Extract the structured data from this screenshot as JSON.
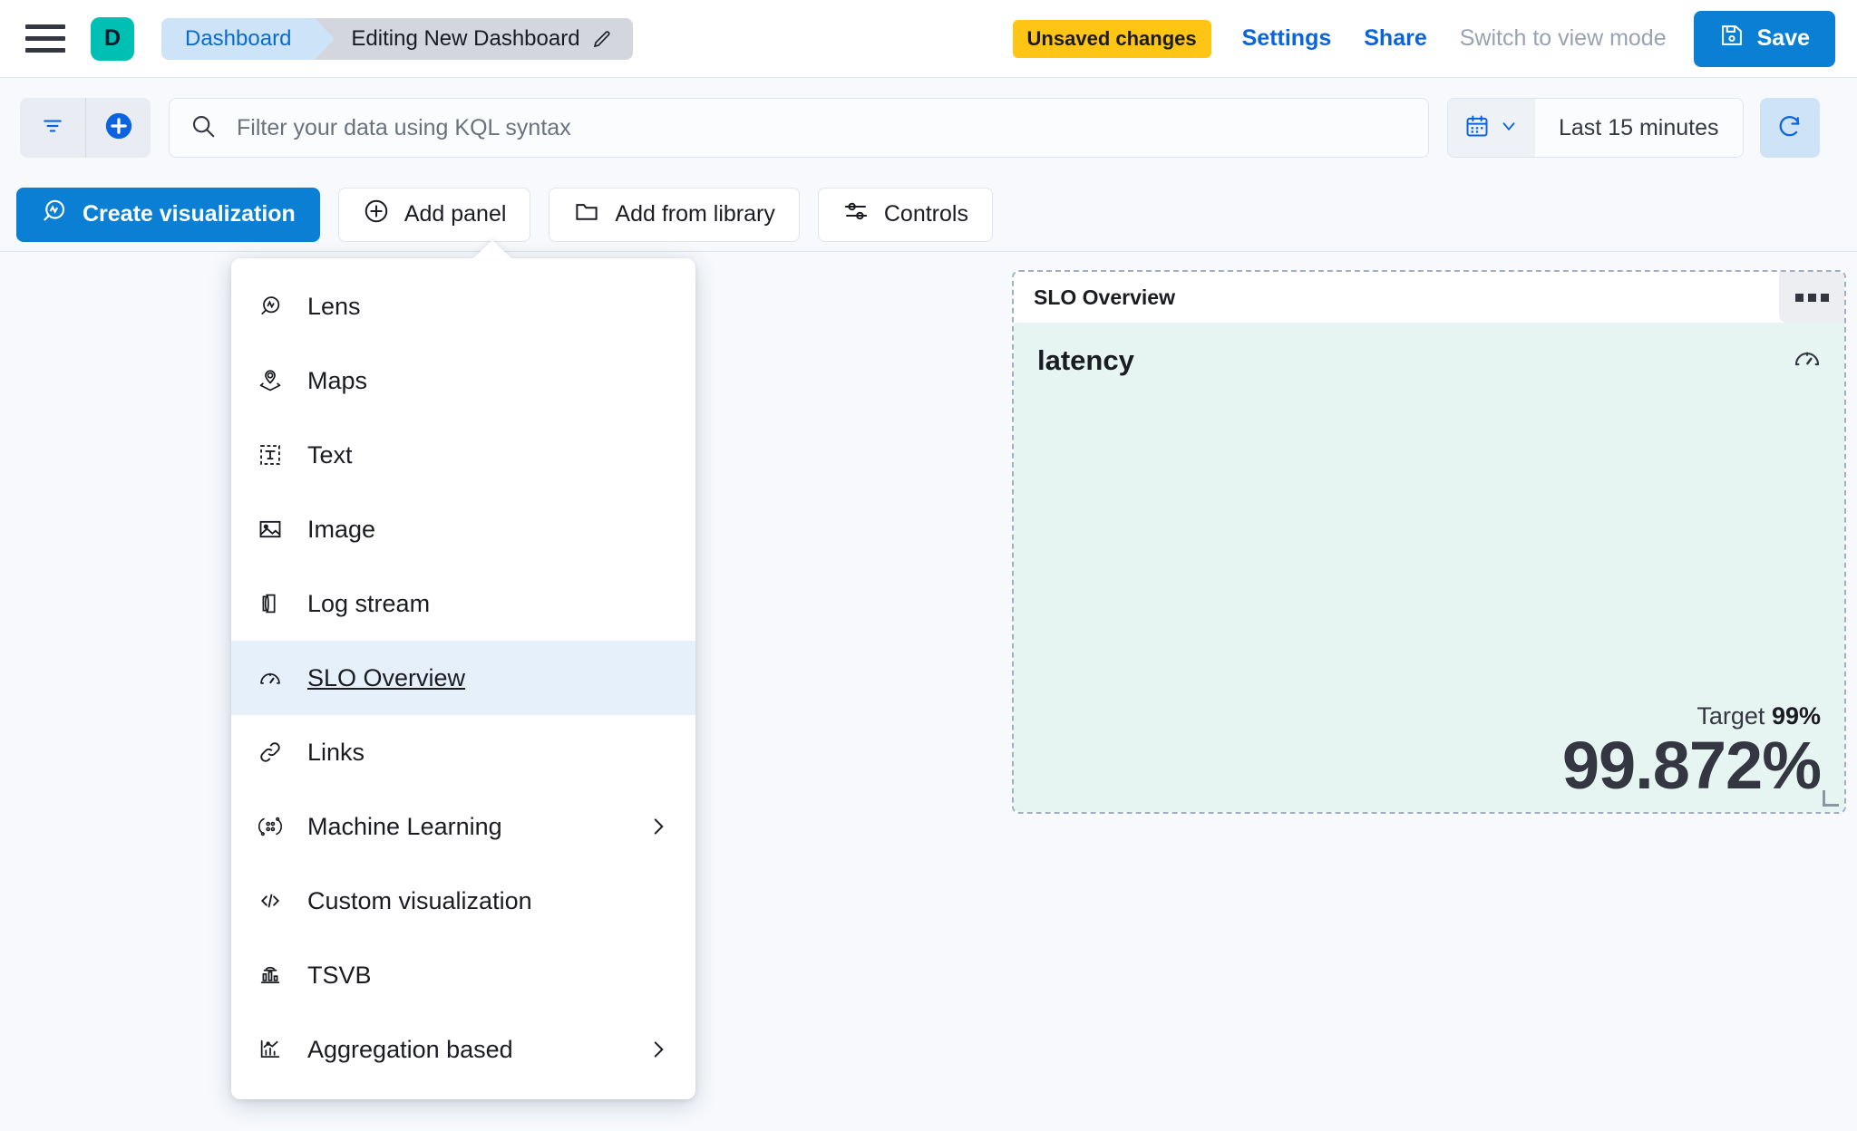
{
  "header": {
    "menu_icon": "hamburger-icon",
    "space_avatar_label": "D",
    "breadcrumb_root": "Dashboard",
    "breadcrumb_current": "Editing New Dashboard",
    "edit_title_icon": "pencil-icon",
    "unsaved_badge": "Unsaved changes",
    "settings_link": "Settings",
    "share_link": "Share",
    "view_mode_link": "Switch to view mode",
    "save_label": "Save",
    "save_icon": "floppy-disk-icon",
    "accent_blue": "#0b7fd4",
    "warning_yellow": "#fec514",
    "space_teal": "#00bfb3"
  },
  "querybar": {
    "filter_icon": "filter-lines-icon",
    "add_filter_icon": "plus-circle-icon",
    "search_icon": "search-icon",
    "search_value": "",
    "search_placeholder": "Filter your data using KQL syntax",
    "calendar_icon": "calendar-icon",
    "calendar_caret_icon": "chevron-down-icon",
    "date_range": "Last 15 minutes",
    "refresh_icon": "refresh-icon"
  },
  "toolbar": {
    "buttons": [
      {
        "label": "Create visualization",
        "icon": "lens-icon",
        "primary": true
      },
      {
        "label": "Add panel",
        "icon": "plus-circle-icon",
        "primary": false
      },
      {
        "label": "Add from library",
        "icon": "folder-icon",
        "primary": false
      },
      {
        "label": "Controls",
        "icon": "sliders-icon",
        "primary": false
      }
    ]
  },
  "add_panel_menu": {
    "items": [
      {
        "label": "Lens",
        "icon": "lens-icon",
        "submenu": false,
        "selected": false
      },
      {
        "label": "Maps",
        "icon": "map-marker-layers-icon",
        "submenu": false,
        "selected": false
      },
      {
        "label": "Text",
        "icon": "text-box-icon",
        "submenu": false,
        "selected": false
      },
      {
        "label": "Image",
        "icon": "image-icon",
        "submenu": false,
        "selected": false
      },
      {
        "label": "Log stream",
        "icon": "log-stream-icon",
        "submenu": false,
        "selected": false
      },
      {
        "label": "SLO Overview",
        "icon": "gauge-icon",
        "submenu": false,
        "selected": true
      },
      {
        "label": "Links",
        "icon": "link-icon",
        "submenu": false,
        "selected": false
      },
      {
        "label": "Machine Learning",
        "icon": "machine-learning-icon",
        "submenu": true,
        "selected": false
      },
      {
        "label": "Custom visualization",
        "icon": "code-icon",
        "submenu": false,
        "selected": false
      },
      {
        "label": "TSVB",
        "icon": "tsvb-icon",
        "submenu": false,
        "selected": false
      },
      {
        "label": "Aggregation based",
        "icon": "aggregation-icon",
        "submenu": true,
        "selected": false
      }
    ]
  },
  "slo_panel": {
    "title": "SLO Overview",
    "context_menu_icon": "three-squares-icon",
    "slo_name": "latency",
    "gauge_icon": "gauge-icon",
    "target_label": "Target",
    "target_value": "99%",
    "current_value": "99.872%",
    "body_bg": "#e6f5f2",
    "resize_handle_icon": "resize-corner-icon"
  }
}
